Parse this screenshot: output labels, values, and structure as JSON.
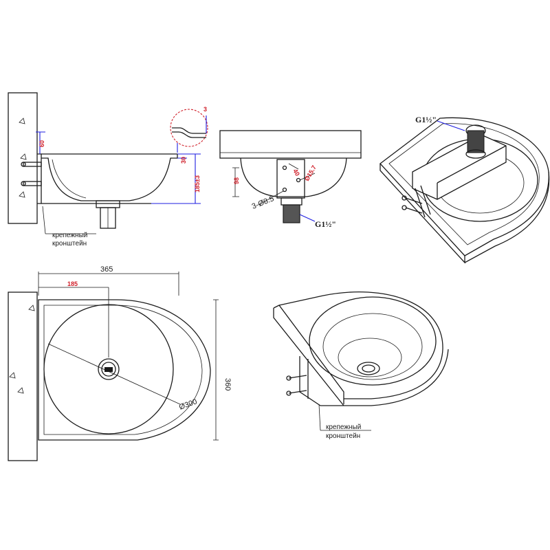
{
  "labels": {
    "bracket_top_1": "крепежный",
    "bracket_top_2": "кронштейн",
    "bracket_bot_1": "крепежный",
    "bracket_bot_2": "кронштейн"
  },
  "dimensions": {
    "side_top": "60",
    "side_rim": "30",
    "side_height": "185±3",
    "detail": "3",
    "front_height": "98",
    "front_hole_a": "40",
    "front_hole_b": "Ø15.7",
    "front_holes": "3-Ø8.5",
    "width_total": "365",
    "width_half": "185",
    "depth_total": "360",
    "diameter": "Ø300"
  },
  "thread": {
    "front": "G1½\"",
    "iso": "G1½\""
  },
  "colors": {
    "line": "#1a1a1a",
    "dimension_blue": "#1d1de0",
    "dimension_red": "#d0202a"
  }
}
